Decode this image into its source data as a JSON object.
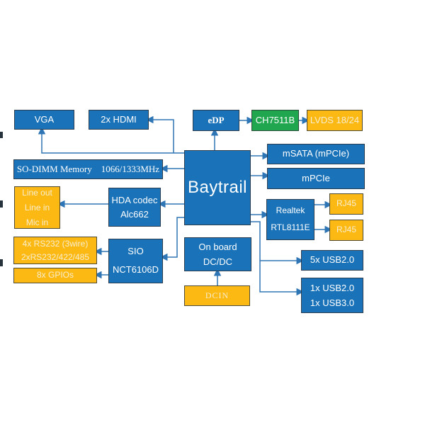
{
  "palette": {
    "blue": "#1a72b8",
    "yellow": "#fdb913",
    "green": "#21a650",
    "connector": "#2e75b6",
    "text_on_blue": "#ffffff",
    "text_on_yellow": "#f7edcf",
    "text_on_green": "#ffffff"
  },
  "blocks": {
    "vga": {
      "label": "VGA"
    },
    "hdmi": {
      "label": "2x HDMI"
    },
    "edp": {
      "label": "eDP"
    },
    "ch7511b": {
      "label": "CH7511B"
    },
    "lvds": {
      "label": "LVDS 18/24"
    },
    "sodimm": {
      "label": "SO-DIMM Memory    1066/1333MHz"
    },
    "baytrail": {
      "label": "Baytrail"
    },
    "msata": {
      "label": "mSATA (mPCIe)"
    },
    "mpcie": {
      "label": "mPCIe"
    },
    "audio_jacks": {
      "lines": [
        "Line out",
        "Line in",
        "Mic in"
      ]
    },
    "hda_codec": {
      "lines": [
        "HDA codec",
        "Alc662"
      ]
    },
    "realtek": {
      "lines": [
        "Realtek",
        "RTL8111E"
      ]
    },
    "rj45_top": {
      "label": "RJ45"
    },
    "rj45_bottom": {
      "label": "RJ45"
    },
    "serial": {
      "lines": [
        "4x RS232 (3wire)",
        "2xRS232/422/485"
      ]
    },
    "gpio": {
      "label": "8x GPIOs"
    },
    "sio": {
      "lines": [
        "SIO",
        "NCT6106D"
      ]
    },
    "dcdc": {
      "lines": [
        "On board",
        "DC/DC"
      ]
    },
    "dcin": {
      "label": "DCIN"
    },
    "usb2": {
      "label": "5x USB2.0"
    },
    "usb23": {
      "lines": [
        "1x USB2.0",
        "1x USB3.0"
      ]
    }
  }
}
